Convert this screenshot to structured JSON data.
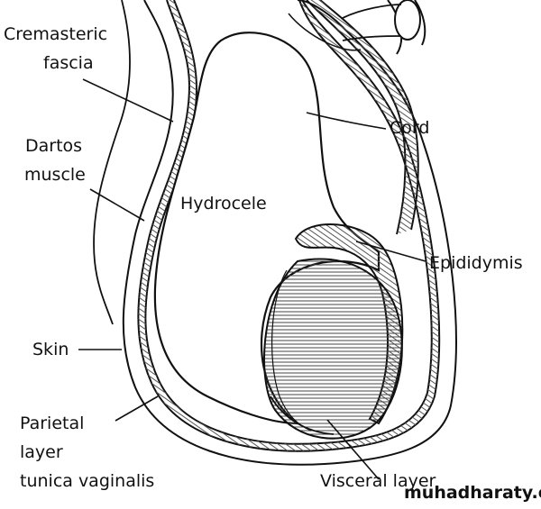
{
  "labels": {
    "cremasteric_1": "Cremasteric",
    "cremasteric_2": "fascia",
    "dartos_1": "Dartos",
    "dartos_2": "muscle",
    "hydrocele": "Hydrocele",
    "cord": "Cord",
    "epididymis": "Epididymis",
    "skin": "Skin",
    "parietal_1": "Parietal",
    "parietal_2": "layer",
    "parietal_3": "tunica vaginalis",
    "visceral": "Visceral layer"
  },
  "watermark": "muhadharaty.com",
  "colors": {
    "ink": "#111111",
    "background": "#ffffff",
    "hatch": "#444444"
  }
}
